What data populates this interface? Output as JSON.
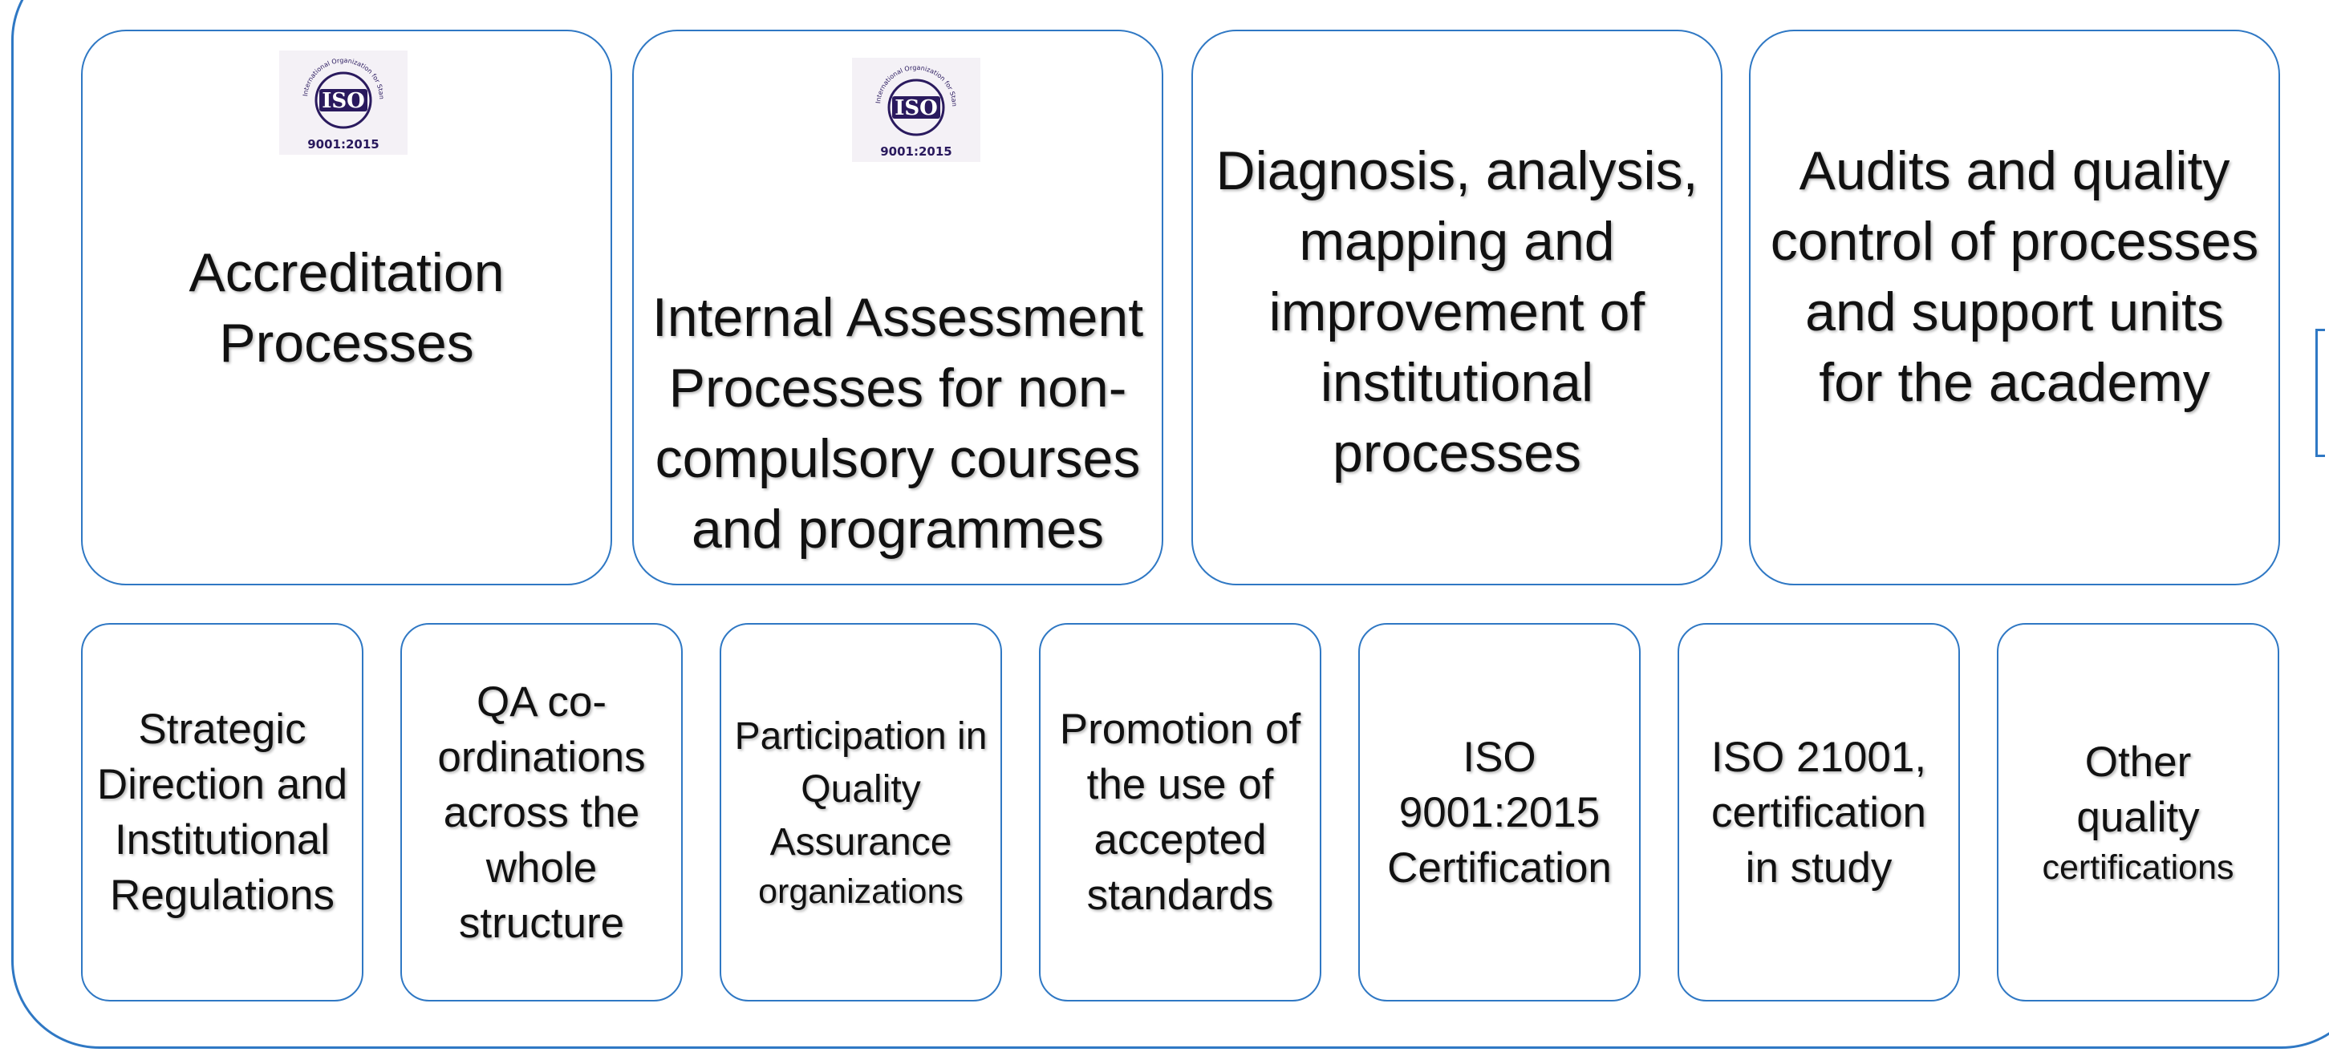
{
  "top_boxes": [
    {
      "text": "Accreditation Processes"
    },
    {
      "text": "Internal Assessment Processes for non-compulsory courses and programmes"
    },
    {
      "text": "Diagnosis, analysis, mapping and improvement of institutional processes"
    },
    {
      "text": "Audits and quality control of processes and support units for the academy"
    }
  ],
  "bottom_boxes": [
    {
      "text": "Strategic Direction and Institutional Regulations"
    },
    {
      "text": "QA co-ordinations across the whole structure"
    },
    {
      "text_line1": "Participation in Quality Assurance",
      "text_line2": "organizations"
    },
    {
      "text": "Promotion of the use of accepted standards"
    },
    {
      "text": "ISO 9001:2015 Certification"
    },
    {
      "text": "ISO 21001, certification in study"
    },
    {
      "text_line1": "Other quality",
      "text_line2": "certifications"
    }
  ],
  "iso_logo": {
    "ring_text": "International Organization for Standardization",
    "mark": "ISO",
    "standard": "9001:2015"
  },
  "colors": {
    "border": "#2f78c4",
    "logo_purple": "#2a1a5e"
  }
}
